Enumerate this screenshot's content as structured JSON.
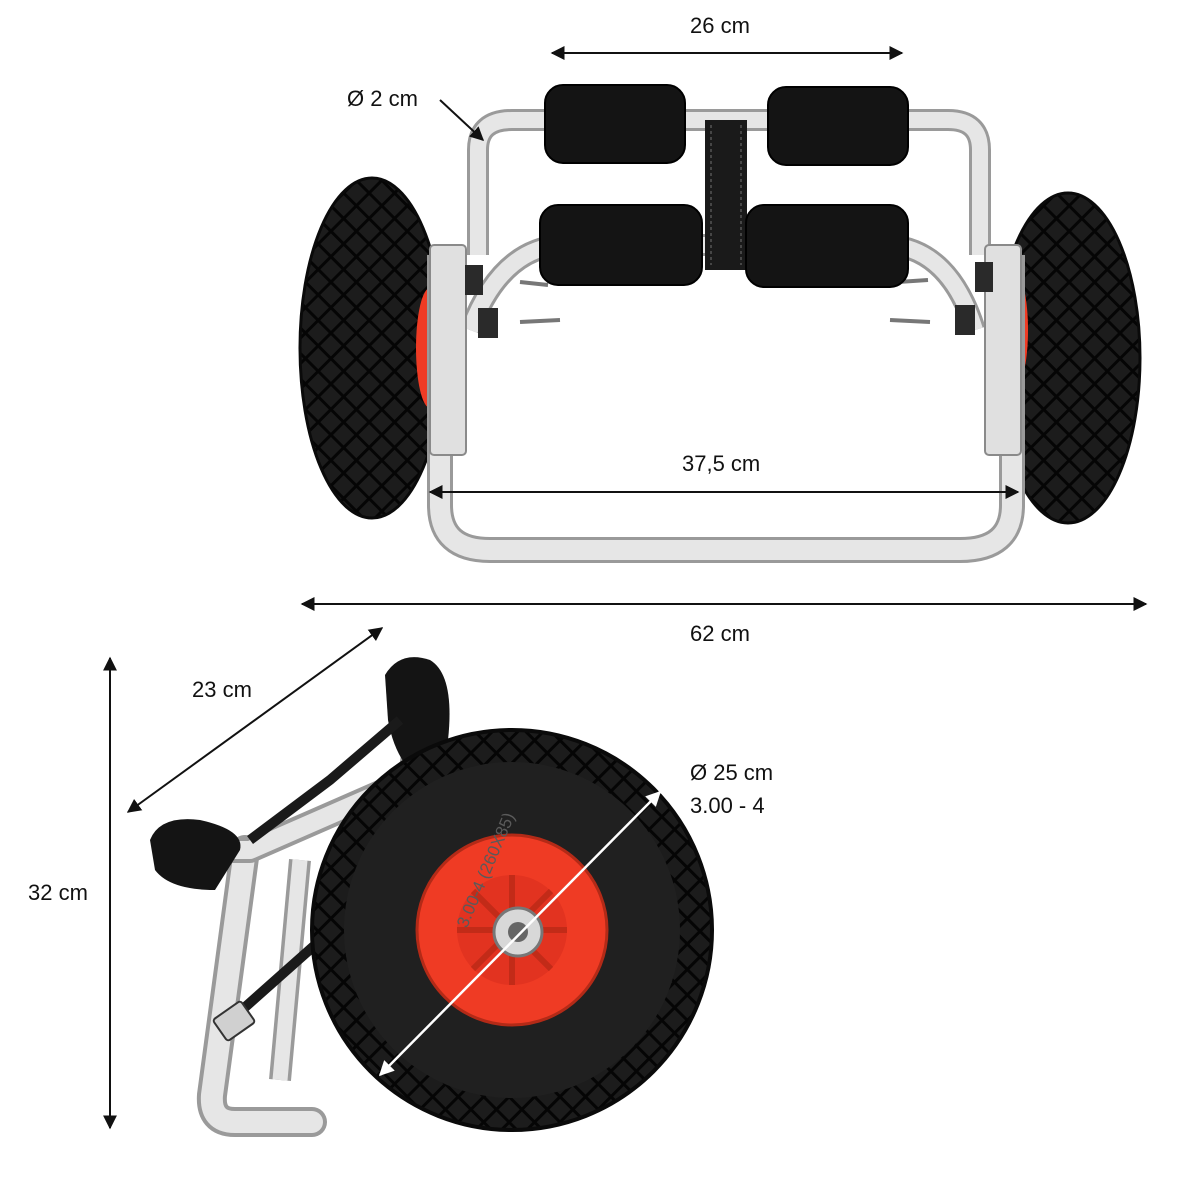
{
  "dimensions": {
    "top_width": "26 cm",
    "tube_diameter": "Ø 2 cm",
    "inner_width": "37,5 cm",
    "total_width": "62 cm",
    "depth": "23 cm",
    "height": "32 cm",
    "wheel_diameter": "Ø 25 cm",
    "wheel_size": "3.00 - 4"
  },
  "tire_text": {
    "front": "3.00-4 (260X85)",
    "side": "3.00-4"
  },
  "colors": {
    "frame": "#e6e6e6",
    "frame_edge": "#9a9a9a",
    "tire": "#1c1c1c",
    "foam": "#141414",
    "hub": "#ef3b24",
    "arrow": "#111111"
  }
}
